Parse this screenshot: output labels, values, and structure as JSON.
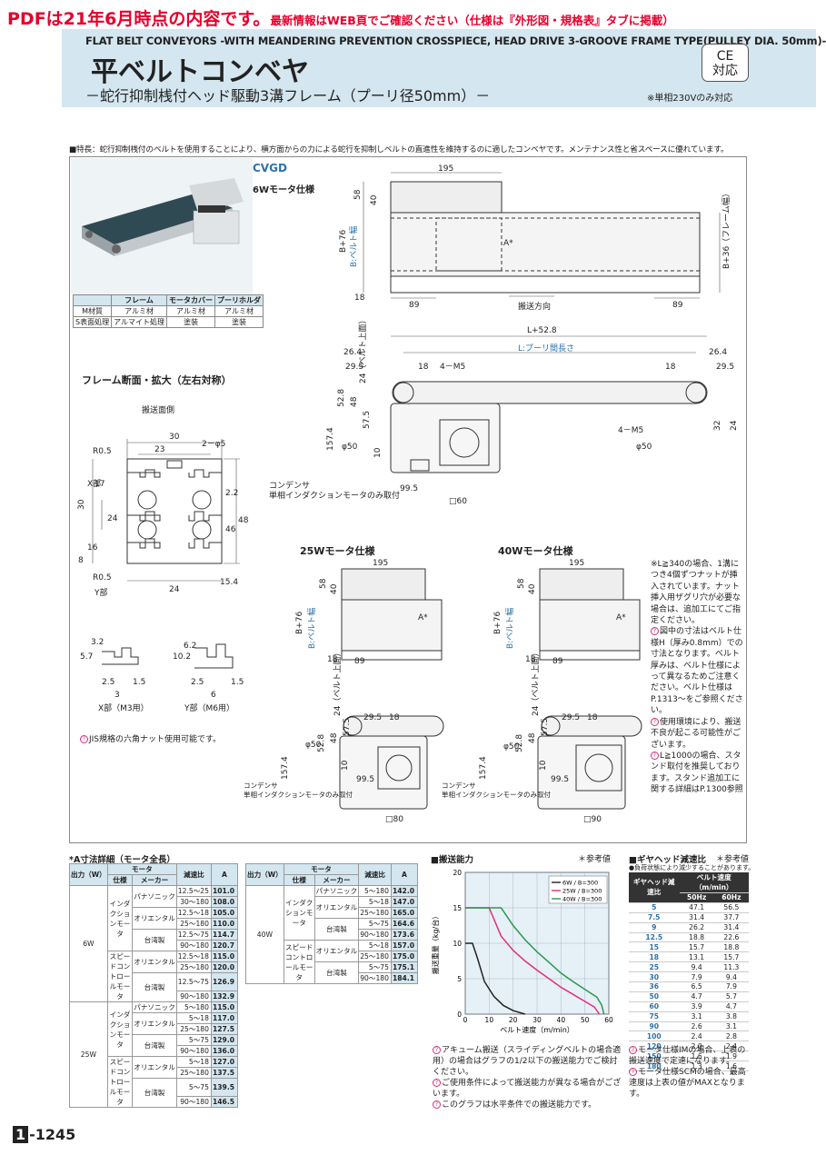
{
  "notice": {
    "main": "PDFは21年6月時点の内容です。",
    "sub": "最新情報はWEB頁でご確認ください（仕様は『外形図・規格表』タブに掲載）"
  },
  "header": {
    "title_en": "FLAT BELT CONVEYORS -WITH MEANDERING PREVENTION CROSSPIECE, HEAD DRIVE 3-GROOVE FRAME TYPE(PULLEY DIA. 50mm)-",
    "title_jp": "平ベルトコンベヤ",
    "subtitle": "－蛇行抑制桟付ヘッド駆動3溝フレーム（プーリ径50mm）－",
    "ce_line1": "CE",
    "ce_line2": "対応",
    "ce_note": "※単相230Vのみ対応"
  },
  "features": "■特長：蛇行抑制桟付のベルトを使用することにより、横方面からの力による蛇行を抑制しベルトの直進性を維持するのに適したコンベヤです。メンテナンス性と省スペースに優れています。",
  "material_table": {
    "headers": [
      "",
      "フレーム",
      "モータカバー",
      "プーリホルダ"
    ],
    "rows": [
      [
        "M材質",
        "アルミ材",
        "アルミ材",
        "アルミ材"
      ],
      [
        "S表面処理",
        "アルマイト処理",
        "塗装",
        "塗装"
      ]
    ]
  },
  "drawing": {
    "model": "CVGD",
    "motor_6w": "6Wモータ仕様",
    "motor_25w": "25Wモータ仕様",
    "motor_40w": "40Wモータ仕様",
    "frame_section": "フレーム断面・拡大（左右対称）",
    "conveying_side": "搬送面側",
    "direction": "搬送方向",
    "pulley_pitch": "L:プーリ間長さ",
    "belt_width": "B:ベルト幅",
    "frame_width": "B+36（フレーム幅）",
    "belt_top": "24（ベルト上面）",
    "capacitor_note_1": "コンデンサ",
    "capacitor_note_2": "単相インダクションモータのみ取付",
    "x_part": "X部",
    "y_part": "Y部",
    "x_part_m3": "X部（M3用）",
    "y_part_m6": "Y部（M6用）",
    "d195": "195",
    "d58": "58",
    "d40": "40",
    "d18": "18",
    "d89": "89",
    "dB76": "B+76",
    "dA": "A*",
    "dL528": "L+52.8",
    "d264": "26.4",
    "d295": "29.5",
    "d4M5": "4－M5",
    "d528": "52.8",
    "d48": "48",
    "d575": "57.5",
    "d1574": "157.4",
    "d10": "10",
    "dphi50": "φ50",
    "d995": "99.5",
    "d60": "□60",
    "d80": "□80",
    "d90": "□90",
    "d32": "32",
    "d24": "24",
    "d30": "30",
    "dR05": "R0.5",
    "d23": "23",
    "d2phi5": "2－φ5",
    "d17": "17",
    "d16": "16",
    "d8": "8",
    "d22": "2.2",
    "d46": "46",
    "d154": "15.4",
    "d32b": "3.2",
    "d57": "5.7",
    "d25": "2.5",
    "d15": "1.5",
    "d3": "3",
    "d62": "6.2",
    "d102": "10.2",
    "d6": "6"
  },
  "jis_note": "JIS規格の六角ナット使用可能です。",
  "right_notes": [
    "※L≧340の場合、1溝につき4個ずつナットが挿入されています。ナット挿入用ザグリ穴が必要な場合は、追加工にてご指定ください。",
    "図中の寸法はベルト仕様H（厚み0.8mm）での寸法となります。ベルト厚みは、ベルト仕様によって異なるためご注意ください。ベルト仕様はP.1313～をご参照ください。",
    "使用環境により、搬送不良が起こる可能性がございます。",
    "L≧1000の場合、スタンド取付を推奨しております。スタンド追加工に関する詳細はP.1300参照"
  ],
  "dim_a_title": "*A寸法詳細（モータ全長）",
  "dim_a_headers": {
    "output": "出力（W）",
    "motor": "モータ",
    "type": "仕様",
    "maker": "メーカー",
    "ratio": "減速比",
    "a": "A"
  },
  "dim_a_left": [
    {
      "out": "6W",
      "type": "インダクションモータ",
      "maker": "パナソニック",
      "ratio": "12.5～25",
      "a": "101.0"
    },
    {
      "ratio": "30～180",
      "a": "108.0"
    },
    {
      "maker": "オリエンタル",
      "ratio": "12.5～18",
      "a": "105.0"
    },
    {
      "ratio": "25～180",
      "a": "110.0"
    },
    {
      "maker": "台湾製",
      "ratio": "12.5～75",
      "a": "114.7"
    },
    {
      "ratio": "90～180",
      "a": "120.7"
    },
    {
      "type": "スピードコントロールモータ",
      "maker": "オリエンタル",
      "ratio": "12.5～18",
      "a": "115.0"
    },
    {
      "ratio": "25～180",
      "a": "120.0"
    },
    {
      "maker": "台湾製",
      "ratio": "12.5～75",
      "a": "126.9"
    },
    {
      "ratio": "90～180",
      "a": "132.9"
    },
    {
      "out": "25W",
      "type": "インダクションモータ",
      "maker": "パナソニック",
      "ratio": "5～180",
      "a": "115.0"
    },
    {
      "maker": "オリエンタル",
      "ratio": "5～18",
      "a": "117.0"
    },
    {
      "ratio": "25～180",
      "a": "127.5"
    },
    {
      "maker": "台湾製",
      "ratio": "5～75",
      "a": "129.0"
    },
    {
      "ratio": "90～180",
      "a": "136.0"
    },
    {
      "type": "スピードコントロールモータ",
      "maker": "オリエンタル",
      "ratio": "5～18",
      "a": "127.0"
    },
    {
      "ratio": "25～180",
      "a": "137.5"
    },
    {
      "maker": "台湾製",
      "ratio": "5～75",
      "a": "139.5"
    },
    {
      "ratio": "90～180",
      "a": "146.5"
    }
  ],
  "dim_a_right": [
    {
      "out": "40W",
      "type": "インダクションモータ",
      "maker": "パナソニック",
      "ratio": "5～180",
      "a": "142.0"
    },
    {
      "maker": "オリエンタル",
      "ratio": "5～18",
      "a": "147.0"
    },
    {
      "ratio": "25～180",
      "a": "165.0"
    },
    {
      "maker": "台湾製",
      "ratio": "5～75",
      "a": "164.6"
    },
    {
      "ratio": "90～180",
      "a": "173.6"
    },
    {
      "type": "スピードコントロールモータ",
      "maker": "オリエンタル",
      "ratio": "5～18",
      "a": "157.0"
    },
    {
      "ratio": "25～180",
      "a": "175.0"
    },
    {
      "maker": "台湾製",
      "ratio": "5～75",
      "a": "175.1"
    },
    {
      "ratio": "90～180",
      "a": "184.1"
    }
  ],
  "capacity": {
    "title": "■搬送能力",
    "ref": "＊参考値",
    "notes": [
      "アキューム搬送（スライディングベルトの場合適用）の場合はグラフの1/2以下の搬送能力でご検討ください。",
      "ご使用条件によって搬送能力が異なる場合がございます。",
      "このグラフは水平条件での搬送能力です。"
    ]
  },
  "chart_data": {
    "type": "line",
    "xlabel": "ベルト速度（m/min）",
    "ylabel": "搬送重量（kg/台）",
    "xlim": [
      0,
      60
    ],
    "ylim": [
      0,
      20
    ],
    "xticks": [
      0,
      10,
      20,
      30,
      40,
      50,
      60
    ],
    "yticks": [
      0,
      5,
      10,
      15,
      20
    ],
    "legend_position": "top-right",
    "series": [
      {
        "name": "6W / B=300",
        "color": "#222222",
        "x": [
          0,
          1,
          3,
          5,
          8,
          12,
          16,
          20,
          25
        ],
        "y": [
          10,
          10,
          10,
          8,
          4.6,
          2.5,
          1.2,
          0.5,
          0
        ]
      },
      {
        "name": "25W / B=300",
        "color": "#e0307a",
        "x": [
          0,
          6,
          10,
          15,
          20,
          25,
          30,
          35,
          40,
          45,
          50,
          54,
          56
        ],
        "y": [
          15,
          15,
          15,
          11,
          9,
          7.5,
          6.2,
          5,
          3.8,
          2.8,
          1.8,
          1,
          0
        ]
      },
      {
        "name": "40W / B=300",
        "color": "#2a9a4a",
        "x": [
          0,
          12,
          15,
          20,
          25,
          30,
          35,
          40,
          45,
          50,
          55,
          57,
          58
        ],
        "y": [
          15,
          15,
          15,
          12.5,
          10.5,
          8.8,
          7.3,
          5.8,
          4.6,
          3.5,
          2.4,
          1.3,
          0
        ]
      }
    ]
  },
  "gear": {
    "title": "■ギヤヘッド減速比",
    "ref": "＊参考値",
    "subtitle": "●負荷状態により減少することがあります。",
    "h_gear": "ギヤヘッド減速比",
    "h_speed": "ベルト速度（m/min）",
    "h50": "50Hz",
    "h60": "60Hz",
    "rows": [
      [
        "5",
        "47.1",
        "56.5"
      ],
      [
        "7.5",
        "31.4",
        "37.7"
      ],
      [
        "9",
        "26.2",
        "31.4"
      ],
      [
        "12.5",
        "18.8",
        "22.6"
      ],
      [
        "15",
        "15.7",
        "18.8"
      ],
      [
        "18",
        "13.1",
        "15.7"
      ],
      [
        "25",
        "9.4",
        "11.3"
      ],
      [
        "30",
        "7.9",
        "9.4"
      ],
      [
        "36",
        "6.5",
        "7.9"
      ],
      [
        "50",
        "4.7",
        "5.7"
      ],
      [
        "60",
        "3.9",
        "4.7"
      ],
      [
        "75",
        "3.1",
        "3.8"
      ],
      [
        "90",
        "2.6",
        "3.1"
      ],
      [
        "100",
        "2.4",
        "2.8"
      ],
      [
        "120",
        "2.0",
        "2.4"
      ],
      [
        "150",
        "1.6",
        "1.9"
      ],
      [
        "180",
        "1.3",
        "1.6"
      ]
    ],
    "notes": [
      "モータ仕様IMの場合、上表の搬送速度で定速になります。",
      "モータ仕様SCMの場合、最高速度は上表の値がMAXとなります。"
    ]
  },
  "page": {
    "section": "1",
    "number": "-1245"
  }
}
